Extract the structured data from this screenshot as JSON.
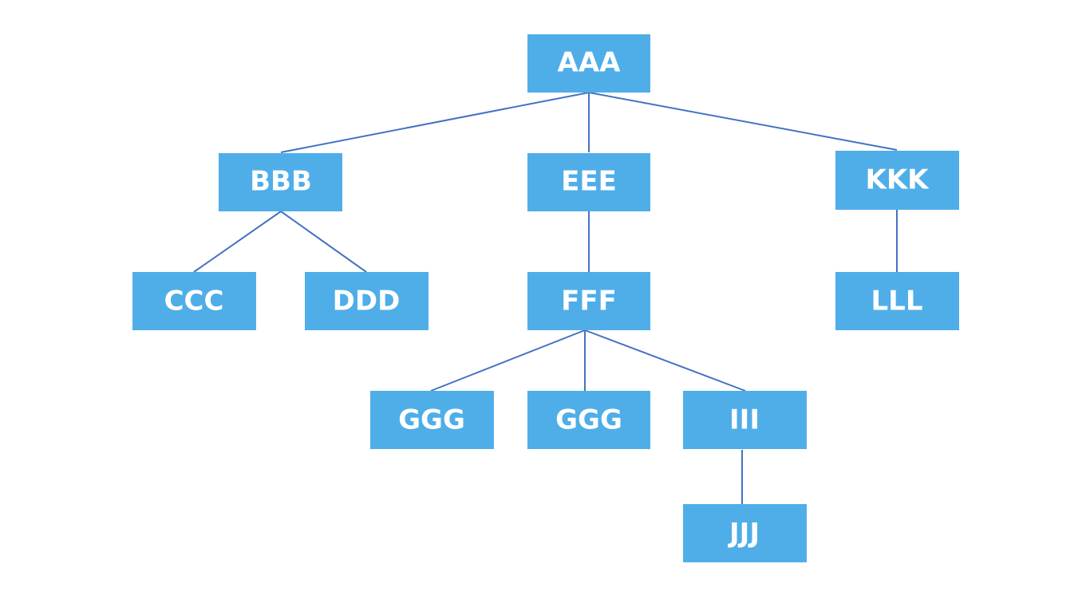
{
  "diagram": {
    "colors": {
      "node_fill": "#4faee8",
      "node_text": "#ffffff",
      "connector": "#4472c4"
    },
    "nodes": [
      {
        "id": "aaa",
        "label": "AAA"
      },
      {
        "id": "bbb",
        "label": "BBB"
      },
      {
        "id": "eee",
        "label": "EEE"
      },
      {
        "id": "kkk",
        "label": "KKK"
      },
      {
        "id": "ccc",
        "label": "CCC"
      },
      {
        "id": "ddd",
        "label": "DDD"
      },
      {
        "id": "fff",
        "label": "FFF"
      },
      {
        "id": "lll",
        "label": "LLL"
      },
      {
        "id": "ggg1",
        "label": "GGG"
      },
      {
        "id": "ggg2",
        "label": "GGG"
      },
      {
        "id": "iii",
        "label": "III"
      },
      {
        "id": "jjj",
        "label": "JJJ"
      }
    ],
    "edges": [
      {
        "from": "aaa",
        "to": "bbb"
      },
      {
        "from": "aaa",
        "to": "eee"
      },
      {
        "from": "aaa",
        "to": "kkk"
      },
      {
        "from": "bbb",
        "to": "ccc"
      },
      {
        "from": "bbb",
        "to": "ddd"
      },
      {
        "from": "eee",
        "to": "fff"
      },
      {
        "from": "kkk",
        "to": "lll"
      },
      {
        "from": "fff",
        "to": "ggg1"
      },
      {
        "from": "fff",
        "to": "ggg2"
      },
      {
        "from": "fff",
        "to": "iii"
      },
      {
        "from": "iii",
        "to": "jjj"
      }
    ]
  }
}
